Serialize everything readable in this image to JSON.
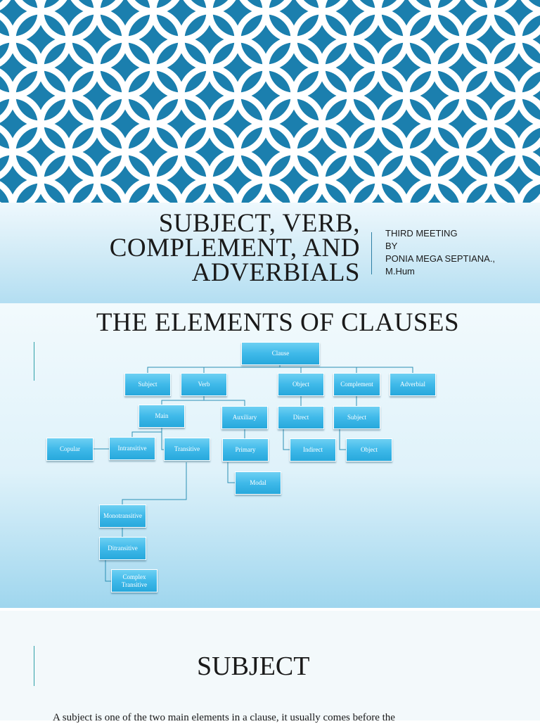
{
  "cover": {
    "title": "Subject, Verb,\nComplement, and\nAdverbials",
    "meta_lines": [
      "THIRD MEETING",
      "BY",
      "PONIA MEGA SEPTIANA.,",
      "M.Hum"
    ],
    "pattern_color": "#1b7fae"
  },
  "elements_slide": {
    "title": "THE ELEMENTS OF CLAUSES",
    "diagram": {
      "root": "Clause",
      "level1": [
        "Subject",
        "Verb",
        "Object",
        "Complement",
        "Adverbial"
      ],
      "verb_children": [
        "Main",
        "Auxiliary"
      ],
      "main_children": [
        "Copular",
        "Intransitive",
        "Transitive"
      ],
      "transitive_children": [
        "Monotransitive",
        "Ditransitive",
        "Complex Transitive"
      ],
      "auxiliary_children": [
        "Primary",
        "Modal"
      ],
      "object_children": [
        "Direct",
        "Indirect"
      ],
      "complement_children": [
        "Subject",
        "Object"
      ]
    }
  },
  "subject_slide": {
    "title": "SUBJECT",
    "body": "A subject is one of the two main elements in a clause, it usually comes before the"
  }
}
